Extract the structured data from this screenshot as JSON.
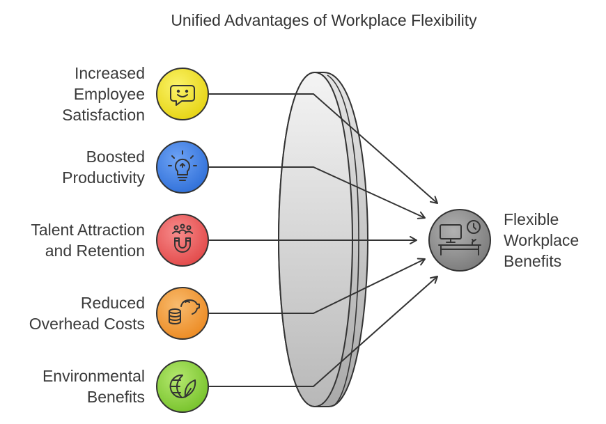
{
  "title": "Unified Advantages of Workplace Flexibility",
  "inputs": [
    {
      "lines": [
        "Increased",
        "Employee",
        "Satisfaction"
      ],
      "icon": "smiley-icon",
      "color": "#f2e41c"
    },
    {
      "lines": [
        "Boosted",
        "Productivity"
      ],
      "icon": "lightbulb-icon",
      "color": "#3f7fe6"
    },
    {
      "lines": [
        "Talent Attraction",
        "and Retention"
      ],
      "icon": "magnet-people-icon",
      "color": "#ef5a5a"
    },
    {
      "lines": [
        "Reduced",
        "Overhead Costs"
      ],
      "icon": "piggy-bank-coins-icon",
      "color": "#f39c3c"
    },
    {
      "lines": [
        "Environmental",
        "Benefits"
      ],
      "icon": "globe-leaf-icon",
      "color": "#8bd13a"
    }
  ],
  "output": {
    "lines": [
      "Flexible",
      "Workplace",
      "Benefits"
    ],
    "icon": "desk-clock-icon",
    "color": "#8c8c8c"
  },
  "lens": "lens"
}
